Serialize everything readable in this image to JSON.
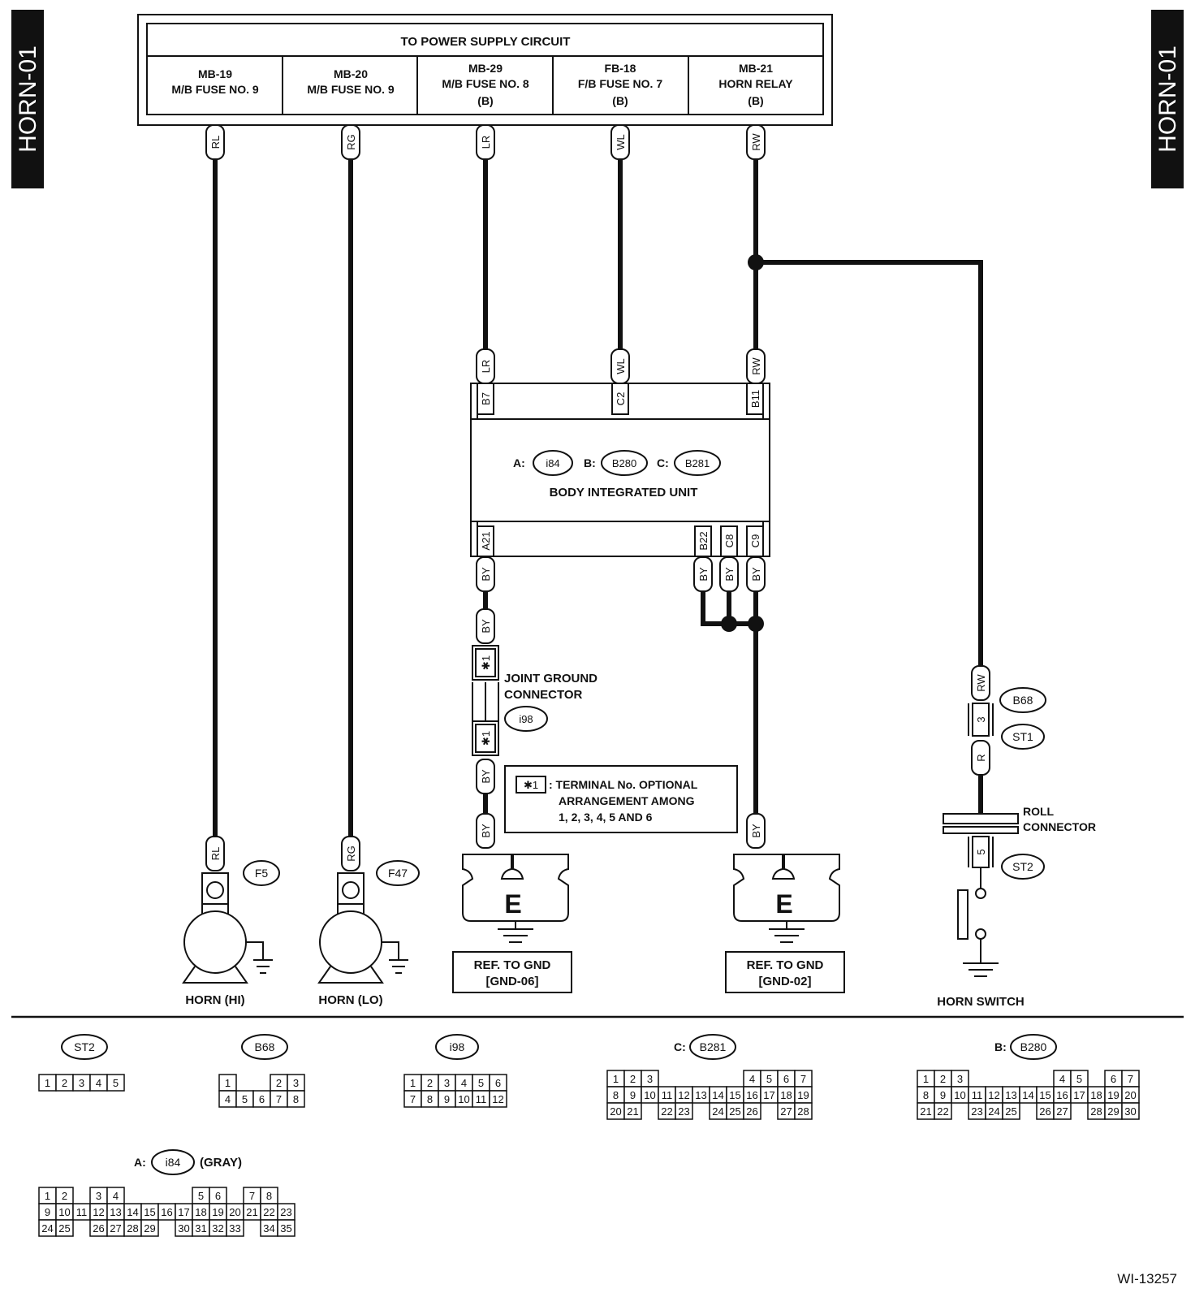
{
  "side_tab": "HORN-01",
  "power_supply": {
    "title": "TO POWER SUPPLY CIRCUIT",
    "columns": [
      {
        "l1": "MB-19",
        "l2": "M/B FUSE NO. 9",
        "l3": ""
      },
      {
        "l1": "MB-20",
        "l2": "M/B FUSE NO. 9",
        "l3": ""
      },
      {
        "l1": "MB-29",
        "l2": "M/B FUSE NO. 8",
        "l3": "(B)"
      },
      {
        "l1": "FB-18",
        "l2": "F/B FUSE NO. 7",
        "l3": "(B)"
      },
      {
        "l1": "MB-21",
        "l2": "HORN RELAY",
        "l3": "(B)"
      }
    ]
  },
  "wires": {
    "rl": "RL",
    "rg": "RG",
    "lr": "LR",
    "wl": "WL",
    "rw": "RW",
    "by": "BY",
    "r": "R"
  },
  "biu": {
    "name": "BODY INTEGRATED UNIT",
    "prefix_a": "A:",
    "conn_a": "i84",
    "prefix_b": "B:",
    "conn_b": "B280",
    "prefix_c": "C:",
    "conn_c": "B281",
    "pin_b7": "B7",
    "pin_c2": "C2",
    "pin_b11": "B11",
    "pin_a21": "A21",
    "pin_b22": "B22",
    "pin_c8": "C8",
    "pin_c9": "C9"
  },
  "joint": {
    "label1": "JOINT GROUND",
    "label2": "CONNECTOR",
    "conn": "i98",
    "star": "✱1"
  },
  "note": {
    "key": "✱1",
    "line1": ": TERMINAL No. OPTIONAL",
    "line2": "ARRANGEMENT AMONG",
    "line3": "1, 2, 3, 4, 5 AND 6"
  },
  "grounds": [
    {
      "letter": "E",
      "ref1": "REF. TO GND",
      "ref2": "[GND-06]"
    },
    {
      "letter": "E",
      "ref1": "REF. TO GND",
      "ref2": "[GND-02]"
    }
  ],
  "horn_hi": {
    "label": "HORN (HI)",
    "conn": "F5"
  },
  "horn_lo": {
    "label": "HORN (LO)",
    "conn": "F47"
  },
  "switch_side": {
    "b68": "B68",
    "st1": "ST1",
    "st2": "ST2",
    "pin3": "3",
    "pin5": "5",
    "roll1": "ROLL",
    "roll2": "CONNECTOR",
    "switch": "HORN SWITCH"
  },
  "connector_views": {
    "st2": {
      "name": "ST2",
      "pins": [
        "1",
        "2",
        "3",
        "4",
        "5"
      ]
    },
    "b68": {
      "name": "B68",
      "row1": [
        "1",
        "2",
        "3"
      ],
      "row2": [
        "4",
        "5",
        "6",
        "7",
        "8"
      ]
    },
    "i98": {
      "name": "i98",
      "row1": [
        "1",
        "2",
        "3",
        "4",
        "5",
        "6"
      ],
      "row2": [
        "7",
        "8",
        "9",
        "10",
        "11",
        "12"
      ]
    },
    "b281": {
      "prefix": "C:",
      "name": "B281",
      "row1": [
        "1",
        "2",
        "3",
        "",
        "",
        "",
        "",
        "",
        "4",
        "5",
        "6",
        "7"
      ],
      "row2": [
        "8",
        "9",
        "10",
        "11",
        "12",
        "13",
        "14",
        "15",
        "16",
        "17",
        "18",
        "19"
      ],
      "row3": [
        "20",
        "21",
        "",
        "22",
        "23",
        "",
        "24",
        "25",
        "26",
        "",
        "27",
        "28"
      ]
    },
    "b280": {
      "prefix": "B:",
      "name": "B280",
      "row1": [
        "1",
        "2",
        "3",
        "",
        "",
        "",
        "",
        "",
        "4",
        "5",
        "",
        "6",
        "7"
      ],
      "row2": [
        "8",
        "9",
        "10",
        "11",
        "12",
        "13",
        "14",
        "15",
        "16",
        "17",
        "18",
        "19",
        "20"
      ],
      "row3": [
        "21",
        "22",
        "",
        "23",
        "24",
        "25",
        "",
        "26",
        "27",
        "",
        "28",
        "29",
        "30"
      ]
    },
    "i84": {
      "prefix": "A:",
      "name": "i84",
      "suffix": "(GRAY)",
      "row1": [
        "1",
        "2",
        "",
        "3",
        "4",
        "",
        "",
        "",
        "",
        "5",
        "6",
        "",
        "7",
        "8"
      ],
      "row2": [
        "9",
        "10",
        "11",
        "12",
        "13",
        "14",
        "15",
        "16",
        "17",
        "18",
        "19",
        "20",
        "21",
        "22",
        "23"
      ],
      "row3": [
        "24",
        "25",
        "",
        "26",
        "27",
        "28",
        "29",
        "",
        "30",
        "31",
        "32",
        "33",
        "",
        "34",
        "35"
      ]
    }
  },
  "figure_id": "WI-13257"
}
